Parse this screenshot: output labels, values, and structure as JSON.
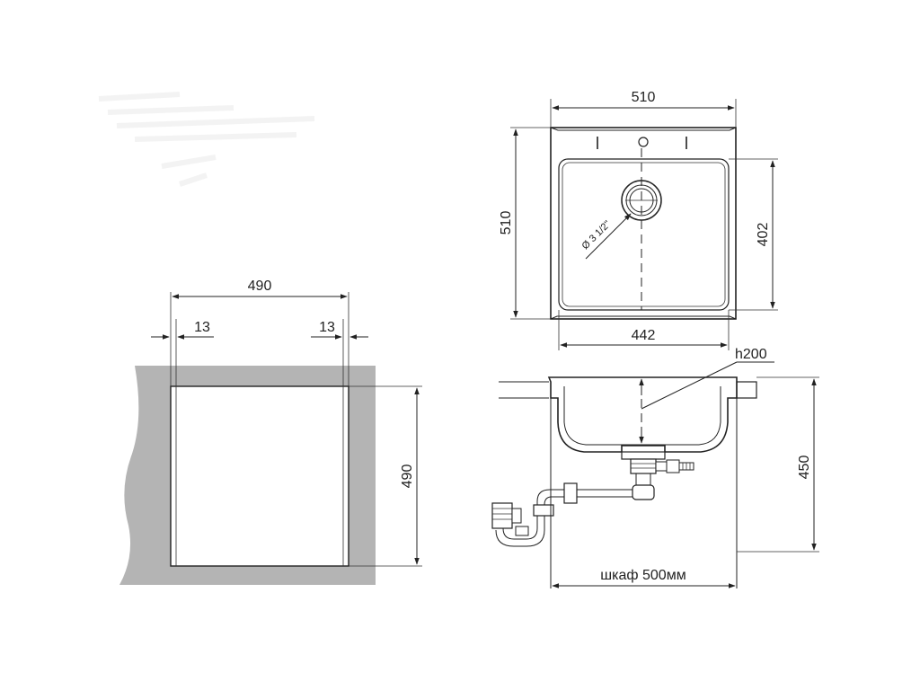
{
  "cabinet_front": {
    "width_label": "490",
    "left_gap_label": "13",
    "right_gap_label": "13",
    "height_label": "490"
  },
  "sink_top": {
    "outer_width_label": "510",
    "outer_depth_label": "510",
    "bowl_depth_label": "402",
    "bowl_width_label": "442",
    "drain_label": "Ø 3 1/2\""
  },
  "sink_side": {
    "bowl_depth_label": "h200",
    "total_height_label": "450",
    "cabinet_label": "шкаф 500мм"
  }
}
